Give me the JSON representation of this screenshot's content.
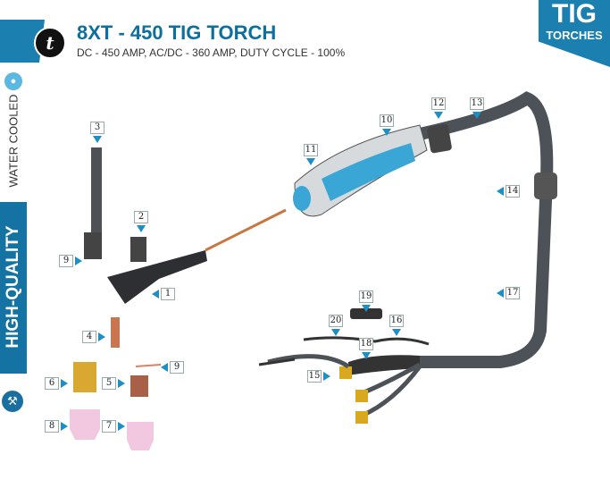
{
  "header": {
    "title": "8XT - 450 TIG TORCH",
    "subtitle": "DC - 450 AMP, AC/DC - 360 AMP, DUTY CYCLE - 100%",
    "logo": "t",
    "corner_top": "TIG",
    "corner_bottom": "TORCHES"
  },
  "sidebar": {
    "water_cooled": "WATER COOLED",
    "high_quality": "HIGH-QUALITY"
  },
  "callouts": [
    "3",
    "2",
    "9",
    "1",
    "4",
    "9",
    "6",
    "5",
    "8",
    "7",
    "11",
    "10",
    "12",
    "13",
    "14",
    "17",
    "19",
    "20",
    "16",
    "18",
    "15"
  ],
  "colors": {
    "accent": "#1b7fb0",
    "arrow": "#1d8fc4"
  }
}
